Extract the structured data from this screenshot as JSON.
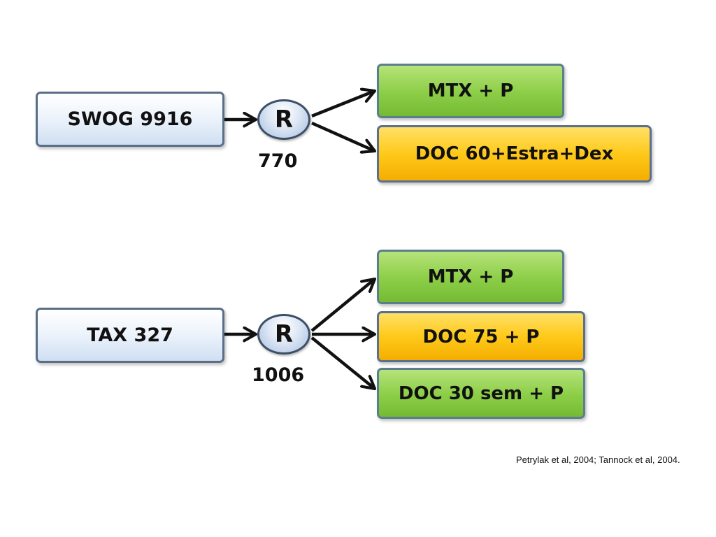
{
  "trials": [
    {
      "name": "SWOG 9916",
      "randomization": "R",
      "patients": "770",
      "arms": [
        {
          "label": "MTX + P",
          "color": "green"
        },
        {
          "label": "DOC 60+Estra+Dex",
          "color": "yellow"
        }
      ]
    },
    {
      "name": "TAX 327",
      "randomization": "R",
      "patients": "1006",
      "arms": [
        {
          "label": "MTX + P",
          "color": "green"
        },
        {
          "label": "DOC 75 + P",
          "color": "yellow"
        },
        {
          "label": "DOC 30 sem + P",
          "color": "green"
        }
      ]
    }
  ],
  "citation": "Petrylak et al, 2004; Tannock et al, 2004.",
  "colors": {
    "arm_green": "#8fcf4a",
    "arm_yellow": "#ffc91a",
    "study_box": "#e6eef9",
    "arrow": "#111111"
  }
}
